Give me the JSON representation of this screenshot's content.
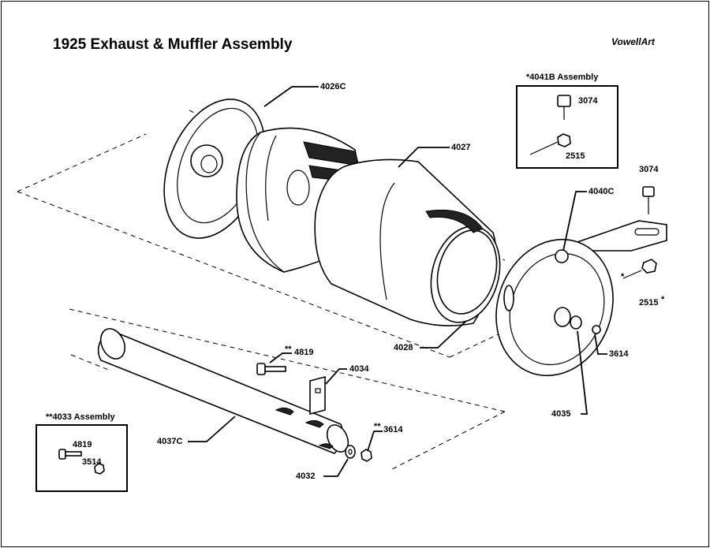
{
  "title": "1925 Exhaust & Muffler Assembly",
  "brand": "VowellArt",
  "inset_4041b": {
    "title": "*4041B Assembly",
    "parts": [
      "3074",
      "2515"
    ]
  },
  "inset_4033": {
    "title": "**4033 Assembly",
    "parts": [
      "4819",
      "3514"
    ]
  },
  "callouts": {
    "p4026c": "4026C",
    "p4027": "4027",
    "p4028": "4028",
    "p4040c": "4040C",
    "p3074": "3074",
    "p2515": "2515",
    "p2515_star": "*",
    "p2515_side_star": "*",
    "p3614": "3614",
    "p4035": "4035",
    "p4819": "4819",
    "p4819_mark": "**",
    "p4034": "4034",
    "p4037c": "4037C",
    "p3614b": "3614",
    "p3614b_mark": "**",
    "p4032": "4032"
  }
}
